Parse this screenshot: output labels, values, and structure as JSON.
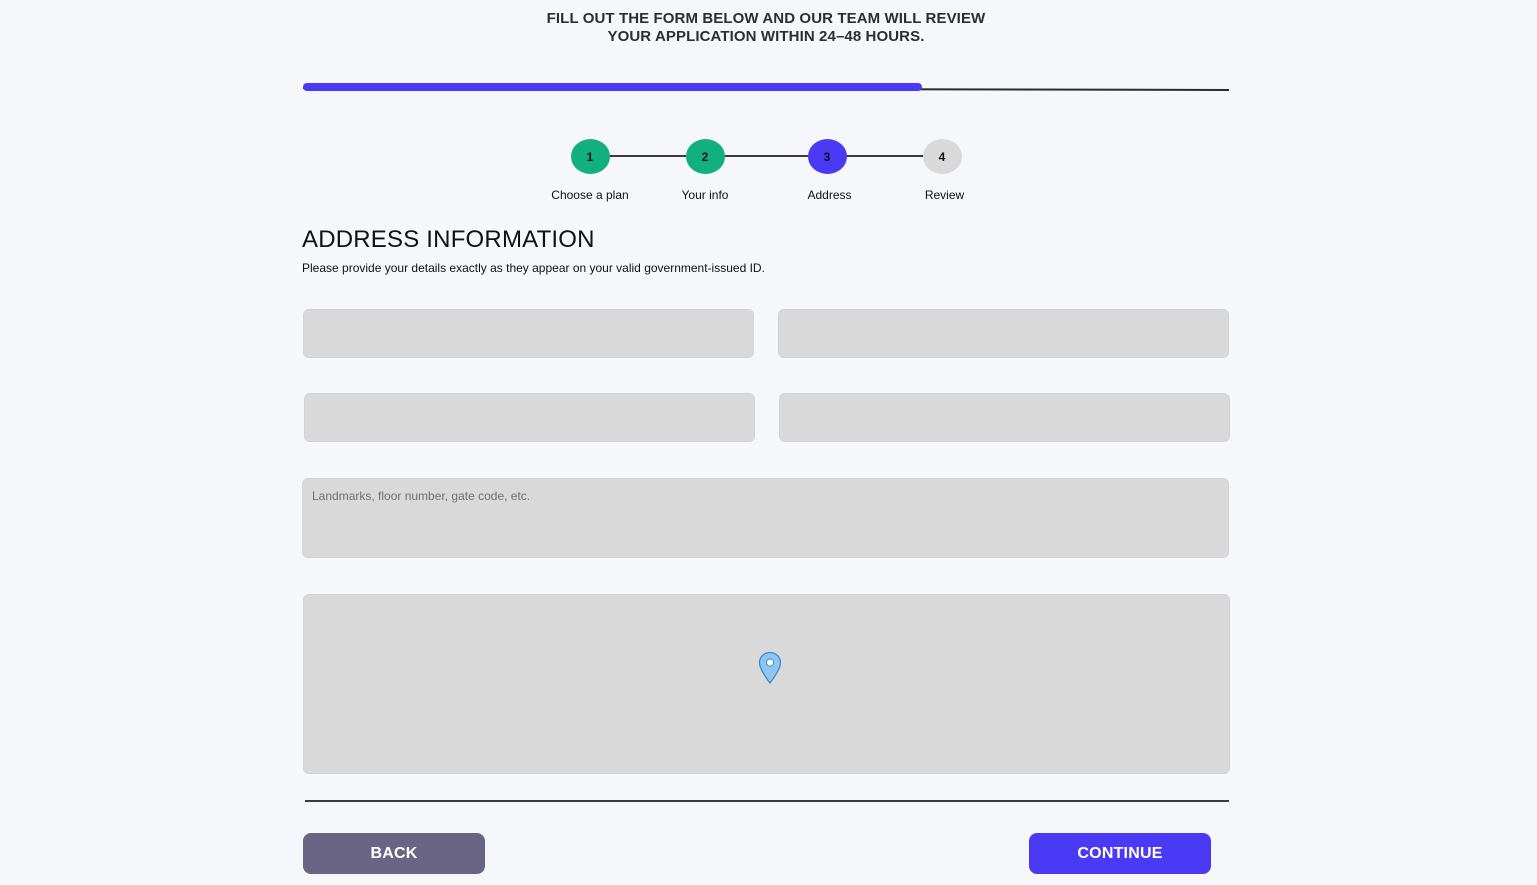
{
  "intro": {
    "line1": "FILL OUT THE FORM BELOW AND OUR TEAM WILL REVIEW",
    "line2": "YOUR APPLICATION WITHIN 24–48 HOURS."
  },
  "progress": {
    "fraction": 0.668,
    "color": "#4a3af5"
  },
  "stepper": {
    "steps": [
      {
        "number": "1",
        "label": "Choose a plan",
        "status": "complete",
        "color": "#12b07f"
      },
      {
        "number": "2",
        "label": "Your info",
        "status": "complete",
        "color": "#12b07f"
      },
      {
        "number": "3",
        "label": "Address",
        "status": "current",
        "color": "#4a3af5"
      },
      {
        "number": "4",
        "label": "Review",
        "status": "pending",
        "color": "#d9d9d9"
      }
    ]
  },
  "section": {
    "title": "ADDRESS INFORMATION",
    "subtitle": "Please provide your details exactly as they appear on your valid government-issued ID."
  },
  "form": {
    "field1": {
      "value": "",
      "placeholder": ""
    },
    "field2": {
      "value": "",
      "placeholder": ""
    },
    "field3": {
      "value": "",
      "placeholder": ""
    },
    "field4": {
      "value": "",
      "placeholder": ""
    },
    "notes": {
      "value": "",
      "placeholder": "Landmarks, floor number, gate code, etc."
    }
  },
  "map": {
    "pin_icon": "map-pin-icon",
    "pin_color": "#8ec6f2"
  },
  "actions": {
    "back_label": "BACK",
    "continue_label": "CONTINUE",
    "back_color": "#6b6585",
    "continue_color": "#4a3af5"
  }
}
